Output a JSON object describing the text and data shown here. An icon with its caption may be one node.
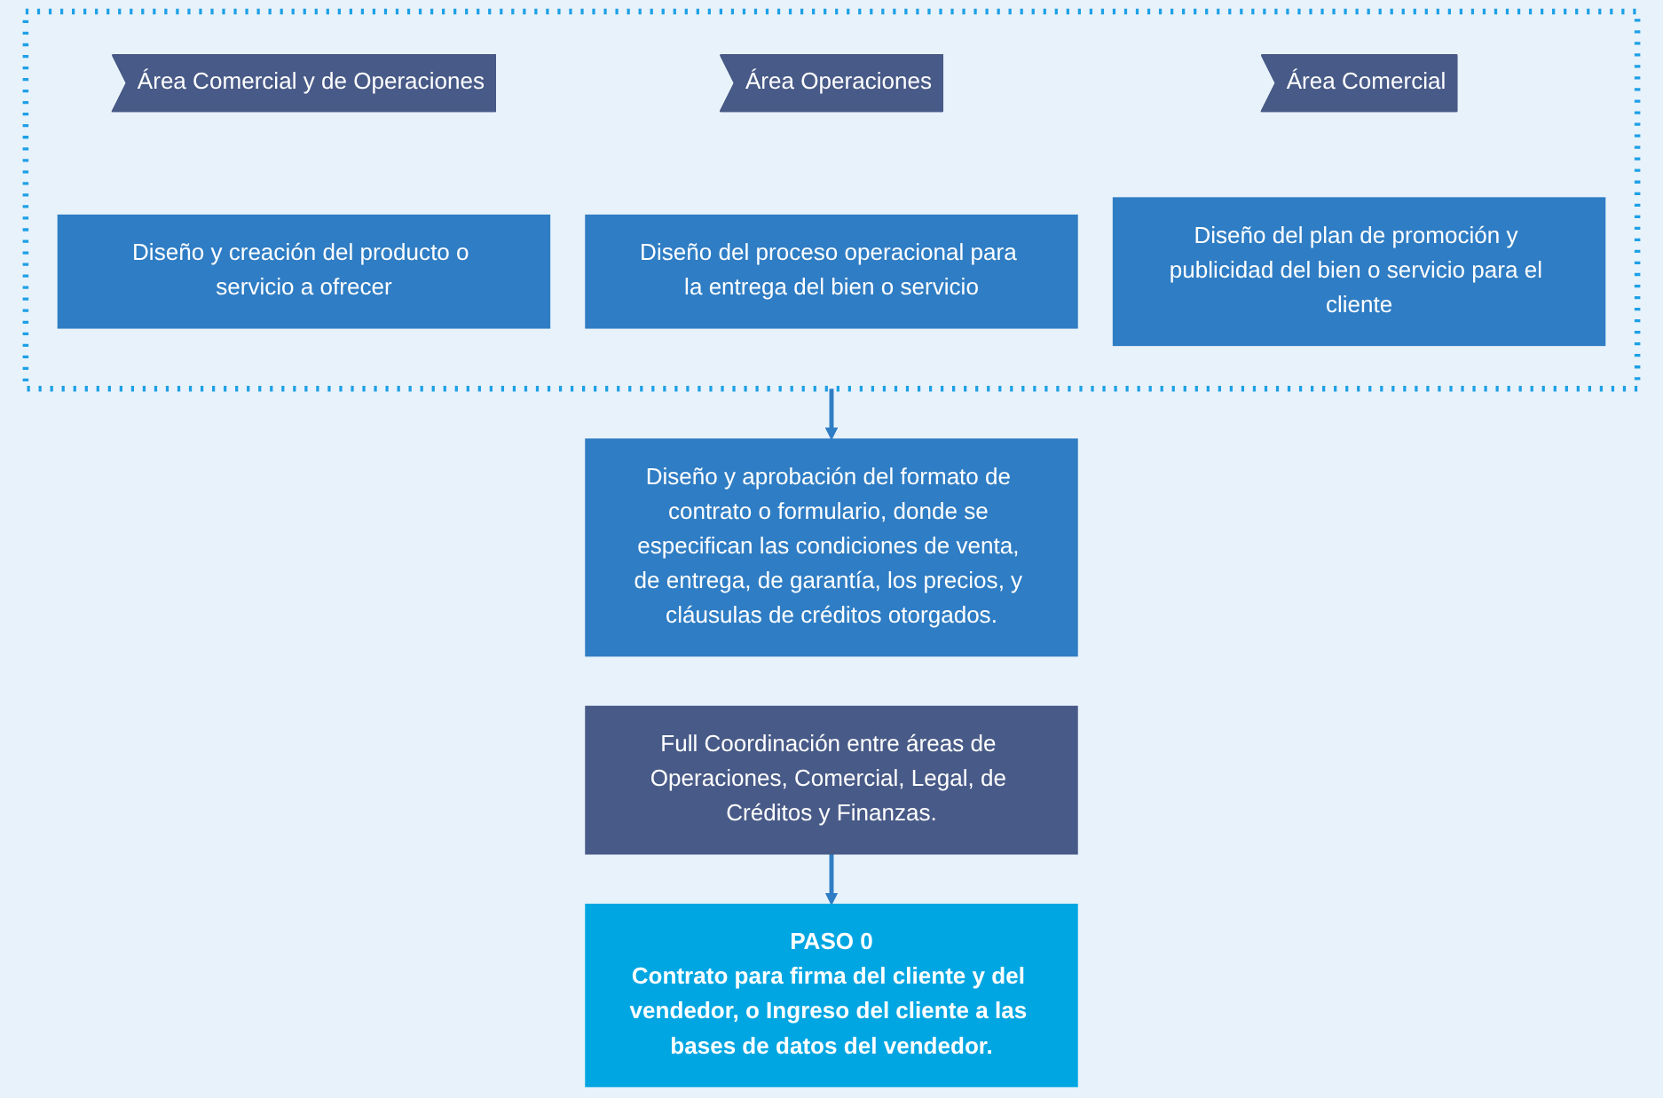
{
  "diagram": {
    "nodes": [
      {
        "text": [],
        "shape": "box"
      },
      {
        "text": [
          "Área Comercial y de Operaciones"
        ],
        "in": 0
      },
      {
        "text": [
          "Área Operaciones"
        ],
        "in": 0
      },
      {
        "text": [
          "Área Comercial"
        ],
        "in": 0
      },
      {
        "text": [
          "Diseño y creación del producto o servicio a ofrecer"
        ],
        "in": 0
      },
      {
        "text": [
          "Diseño del proceso operacional para la entrega del bien o servicio"
        ],
        "in": 0
      },
      {
        "text": [
          "Diseño del plan de promoción y publicidad del bien o servicio para el cliente"
        ],
        "in": 0
      },
      {
        "text": [
          "Diseño y aprobación del formato de contrato o formulario, donde se especifican las condiciones de venta, de entrega, de garantía, los precios, y cláusulas de créditos otorgados."
        ]
      },
      {
        "text": [
          "Full Coordinación entre áreas de Operaciones, Comercial, Legal, de Créditos y Finanzas."
        ]
      },
      {
        "text": [
          "PASO 0",
          "Contrato para firma del cliente y del vendedor, o Ingreso del cliente a las bases de datos del vendedor."
        ]
      }
    ],
    "edges": [
      {
        "from": 0,
        "to": 7,
        "arrow": "to"
      },
      {
        "from": 8,
        "to": 9,
        "arrow": "to"
      }
    ]
  }
}
